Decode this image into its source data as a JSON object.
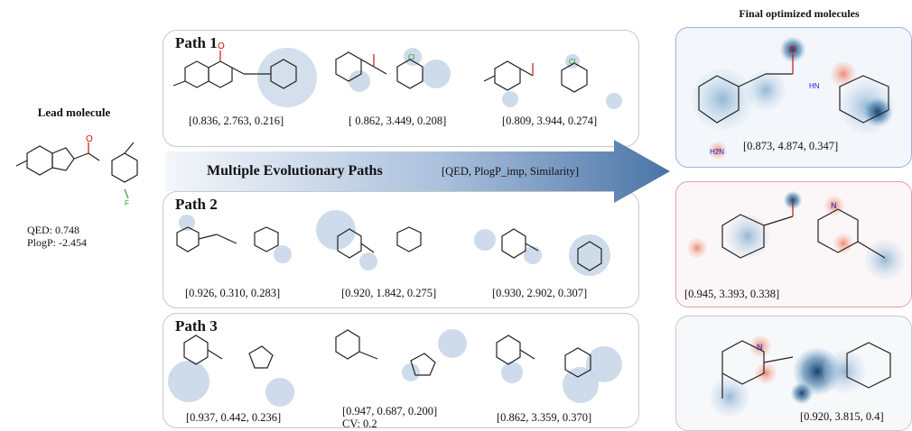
{
  "lead": {
    "title": "Lead molecule",
    "qed": "QED: 0.748",
    "plogp": "PlogP: -2.454"
  },
  "arrow": {
    "label": "Multiple Evolutionary Paths",
    "metrics": "[QED, PlogP_imp,  Similarity]"
  },
  "paths": [
    {
      "label": "Path 1",
      "values": [
        "[0.836, 2.763, 0.216]",
        "[ 0.862, 3.449, 0.208]",
        "[0.809,  3.944, 0.274]"
      ]
    },
    {
      "label": "Path 2",
      "values": [
        "[0.926, 0.310, 0.283]",
        "[0.920, 1.842, 0.275]",
        "[0.930, 2.902, 0.307]"
      ]
    },
    {
      "label": "Path 3",
      "values": [
        "[0.937, 0.442, 0.236]",
        "[0.947, 0.687, 0.200]",
        "[0.862, 3.359, 0.370]"
      ],
      "note": "CV: 0.2"
    }
  ],
  "final": {
    "title": "Final optimized molecules",
    "values": [
      "[0.873, 4.874, 0.347]",
      "[0.945, 3.393, 0.338]",
      "[0.920, 3.815, 0.4]"
    ],
    "border_colors": [
      "#9db4d6",
      "#e2a0a8",
      "#c8c8c8"
    ]
  },
  "atom_labels": {
    "oxygen": "O",
    "nitrogen": "N",
    "amide": "HN",
    "amine": "H2N",
    "fluorine": "F",
    "chlorine": "Cl"
  },
  "colors": {
    "highlight": "#c9d7e8",
    "arrow_light": "#eef3f9",
    "arrow_dark": "#4a74a6",
    "oxygen": "#d01010",
    "nitrogen": "#1a2bd6",
    "halogen_cf": "#2ca02c",
    "heat_dark": "#0d3a66",
    "heat_red": "#e8593a"
  }
}
